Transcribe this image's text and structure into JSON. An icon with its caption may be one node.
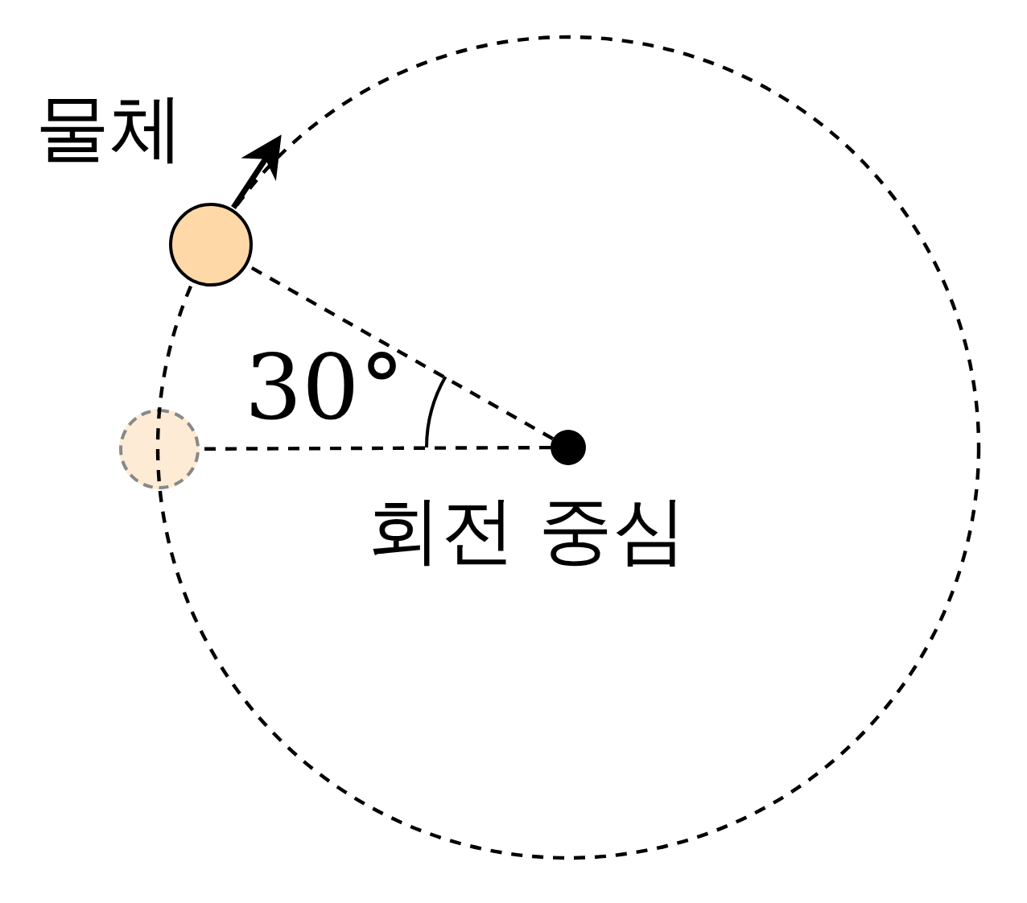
{
  "diagram": {
    "nodes": [
      {
        "text": [],
        "shape": "circle",
        "beside": [
          "물체"
        ]
      },
      {
        "text": [],
        "shape": "circle"
      },
      {
        "text": [],
        "shape": "circle",
        "beside": [
          "회전 중심"
        ]
      }
    ],
    "edges": [
      {
        "from": 2,
        "to": 0,
        "arrow": "none",
        "style": "dashed"
      },
      {
        "from": 2,
        "to": 1,
        "arrow": "none",
        "style": "dashed"
      }
    ],
    "labels": [
      "30°"
    ]
  }
}
